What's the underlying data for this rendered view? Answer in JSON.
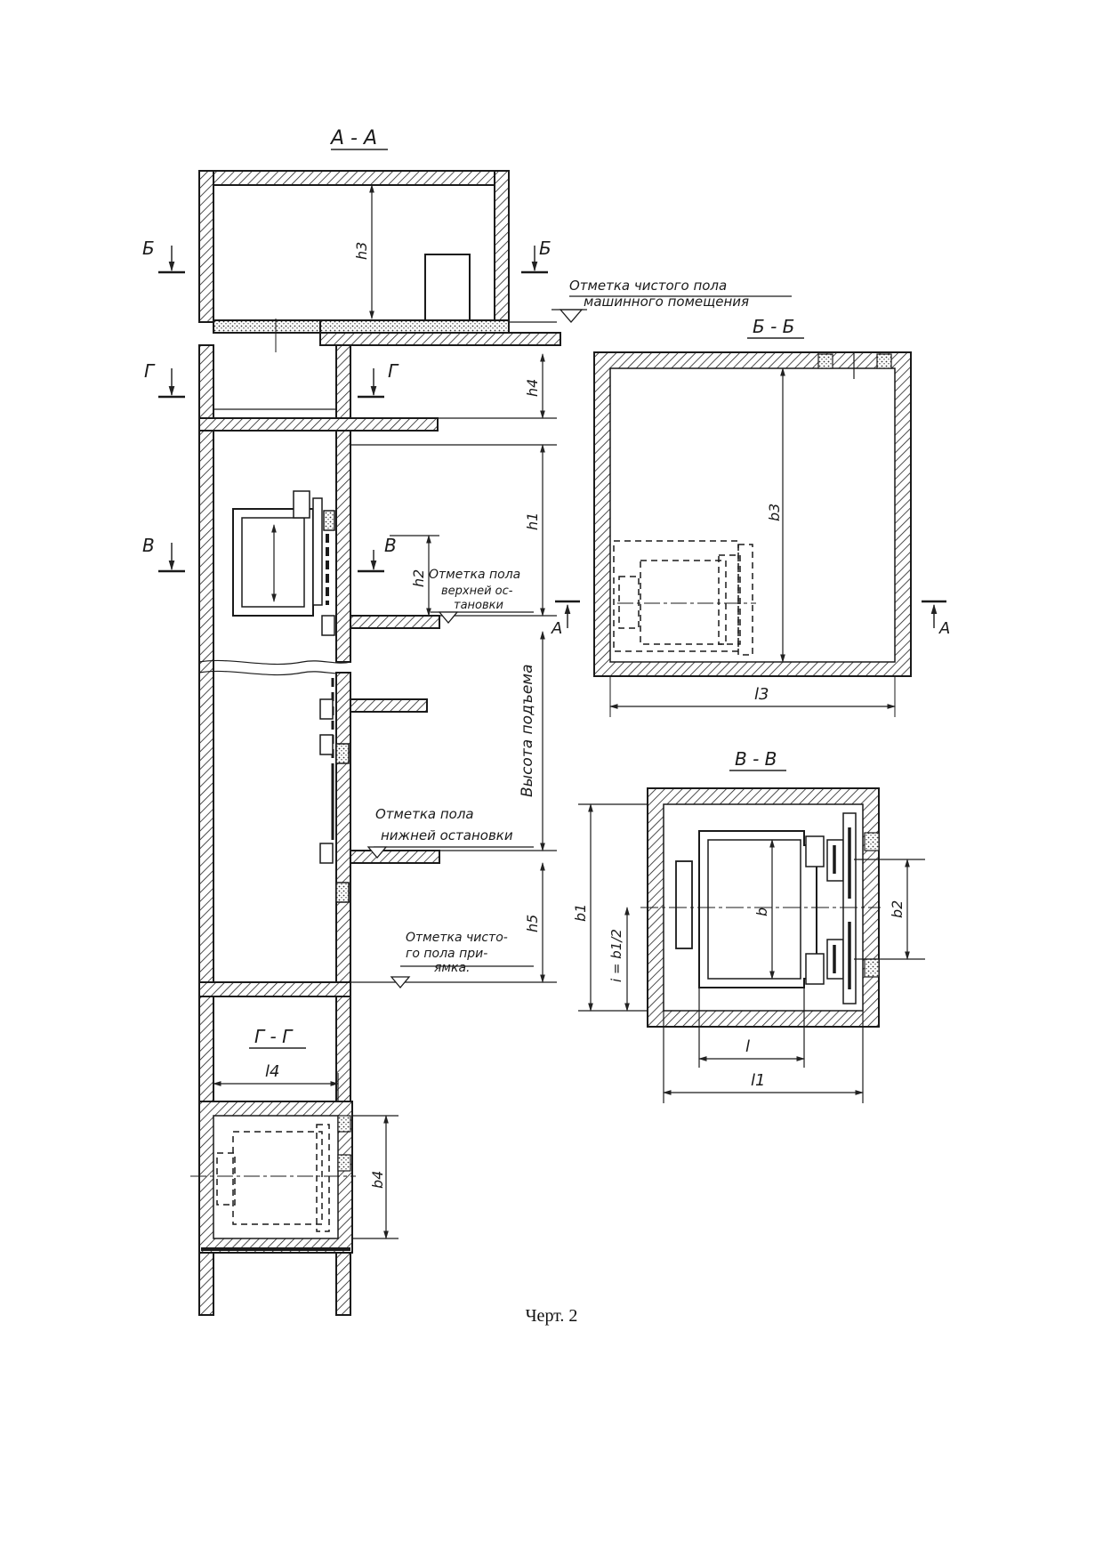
{
  "figure": {
    "caption": "Черт. 2"
  },
  "section_aa": {
    "title": "А - А",
    "cut_b_left": "Б",
    "cut_b_right": "Б",
    "cut_g_left": "Г",
    "cut_g_right": "Г",
    "cut_v_left": "В",
    "cut_v_right": "В",
    "dim_h3": "h3",
    "dim_h4": "h4",
    "dim_h1": "h1",
    "dim_h2": "h2",
    "dim_h5": "h5",
    "dim_lift_height": "Высота подъема",
    "mark_machine_room_1": "Отметка чистого пола",
    "mark_machine_room_2": "машинного помещения",
    "mark_top_stop_1": "Отметка пола",
    "mark_top_stop_2": "верхней ос-",
    "mark_top_stop_3": "тановки",
    "mark_bottom_stop_1": "Отметка пола",
    "mark_bottom_stop_2": "нижней остановки",
    "mark_pit_1": "Отметка чисто-",
    "mark_pit_2": "го пола при-",
    "mark_pit_3": "ямка."
  },
  "section_bb": {
    "title": "Б - Б",
    "dim_b3": "b3",
    "dim_l3": "l3",
    "cut_a_left": "А",
    "cut_a_right": "А"
  },
  "section_vv": {
    "title": "В - В",
    "dim_b1": "b1",
    "dim_b": "b",
    "dim_b2": "b2",
    "dim_i_eq": "i = b1/2",
    "dim_l": "l",
    "dim_l1": "l1"
  },
  "section_gg": {
    "title": "Г - Г",
    "dim_l4": "l4",
    "dim_b4": "b4"
  }
}
